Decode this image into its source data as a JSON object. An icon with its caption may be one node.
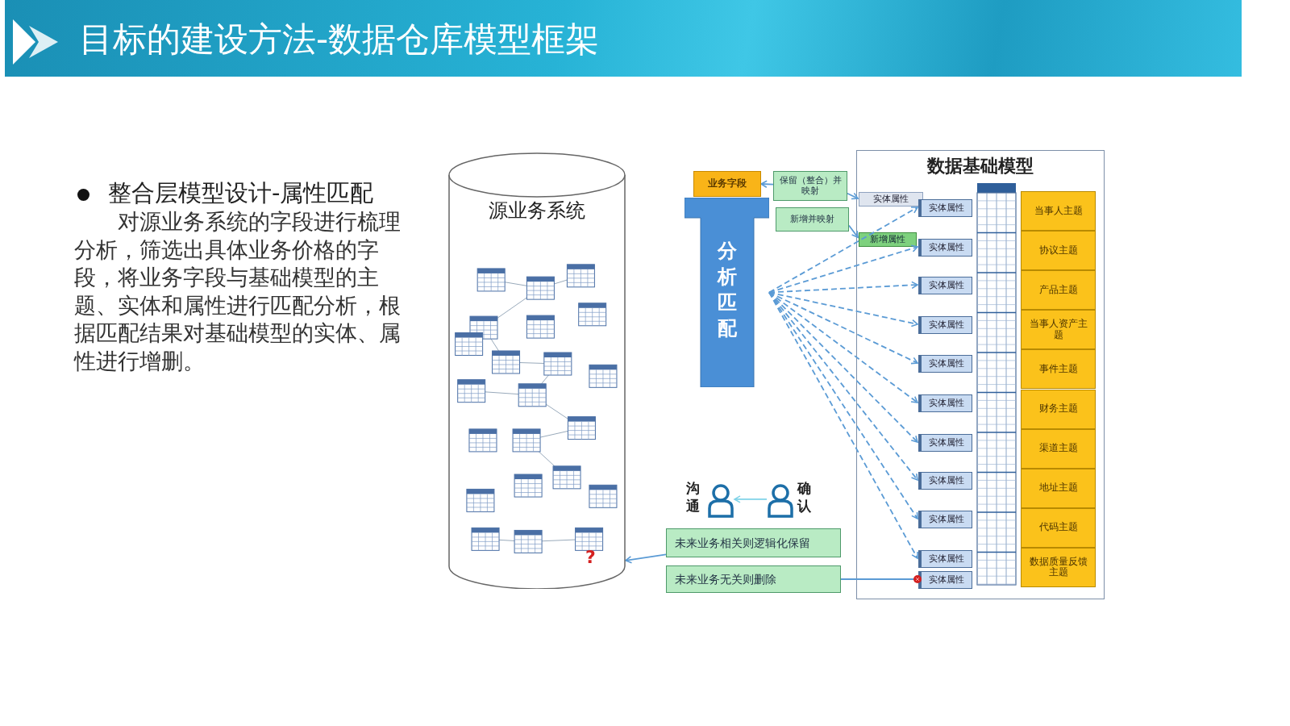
{
  "diagram": {
    "title": "目标的建设方法-数据仓库模型框架",
    "nodes": [
      {
        "text": [
          "源业务系统"
        ]
      },
      {
        "text": [
          "业务字段"
        ]
      },
      {
        "text": [
          "分析匹配"
        ]
      },
      {
        "text": [
          "保留（整合）并映射"
        ]
      },
      {
        "text": [
          "新增并映射"
        ]
      },
      {
        "text": [
          "数据基础模型"
        ]
      },
      {
        "text": [
          "实体属性"
        ],
        "in": 5
      },
      {
        "text": [
          "新增属性"
        ],
        "in": 5
      },
      {
        "text": [
          "实体属性"
        ],
        "in": 5
      },
      {
        "text": [
          "实体属性"
        ],
        "in": 5
      },
      {
        "text": [
          "实体属性"
        ],
        "in": 5
      },
      {
        "text": [
          "实体属性"
        ],
        "in": 5
      },
      {
        "text": [
          "实体属性"
        ],
        "in": 5
      },
      {
        "text": [
          "实体属性"
        ],
        "in": 5
      },
      {
        "text": [
          "实体属性"
        ],
        "in": 5
      },
      {
        "text": [
          "实体属性"
        ],
        "in": 5
      },
      {
        "text": [
          "实体属性"
        ],
        "in": 5
      },
      {
        "text": [
          "实体属性"
        ],
        "in": 5
      },
      {
        "text": [
          "实体属性"
        ],
        "in": 5
      },
      {
        "text": [
          "当事人主题"
        ],
        "in": 5
      },
      {
        "text": [
          "协议主题"
        ],
        "in": 5
      },
      {
        "text": [
          "产品主题"
        ],
        "in": 5
      },
      {
        "text": [
          "当事人资产主题"
        ],
        "in": 5
      },
      {
        "text": [
          "事件主题"
        ],
        "in": 5
      },
      {
        "text": [
          "财务主题"
        ],
        "in": 5
      },
      {
        "text": [
          "渠道主题"
        ],
        "in": 5
      },
      {
        "text": [
          "地址主题"
        ],
        "in": 5
      },
      {
        "text": [
          "代码主题"
        ],
        "in": 5
      },
      {
        "text": [
          "数据质量反馈主题"
        ],
        "in": 5
      },
      {
        "text": [],
        "shape": "person",
        "beside": [
          "沟通"
        ]
      },
      {
        "text": [],
        "shape": "person",
        "beside": [
          "确认"
        ]
      },
      {
        "text": [
          "未来业务相关则逻辑化保留"
        ]
      },
      {
        "text": [
          "未来业务无关则删除"
        ]
      }
    ],
    "edges": [
      {
        "from": 3,
        "to": 1,
        "arrow": "to"
      },
      {
        "from": 3,
        "to": 6,
        "arrow": "to"
      },
      {
        "from": 4,
        "to": 7,
        "arrow": "to"
      },
      {
        "from": 2,
        "to": 8,
        "arrow": "to",
        "style": "dashed"
      },
      {
        "from": 2,
        "to": 9,
        "arrow": "to",
        "style": "dashed"
      },
      {
        "from": 2,
        "to": 10,
        "arrow": "to",
        "style": "dashed"
      },
      {
        "from": 2,
        "to": 11,
        "arrow": "to",
        "style": "dashed"
      },
      {
        "from": 2,
        "to": 12,
        "arrow": "to",
        "style": "dashed"
      },
      {
        "from": 2,
        "to": 13,
        "arrow": "to",
        "style": "dashed"
      },
      {
        "from": 2,
        "to": 14,
        "arrow": "to",
        "style": "dashed"
      },
      {
        "from": 2,
        "to": 15,
        "arrow": "to",
        "style": "dashed"
      },
      {
        "from": 2,
        "to": 16,
        "arrow": "to",
        "style": "dashed"
      },
      {
        "from": 2,
        "to": 17,
        "arrow": "to",
        "style": "dashed"
      },
      {
        "from": 31,
        "to": 0,
        "arrow": "to"
      },
      {
        "from": 32,
        "to": 18,
        "arrow": "other"
      },
      {
        "from": 30,
        "to": 29,
        "arrow": "to",
        "color": "#7fd3e8"
      }
    ],
    "labels": [
      "整合层模型设计-属性匹配",
      "对源业务系统的字段进行梳理分析，筛选出具体业务价格的字段，将业务字段与基础模型的主题、实体和属性进行匹配分析，根据匹配结果对基础模型的实体、属性进行增删。",
      "?"
    ]
  }
}
